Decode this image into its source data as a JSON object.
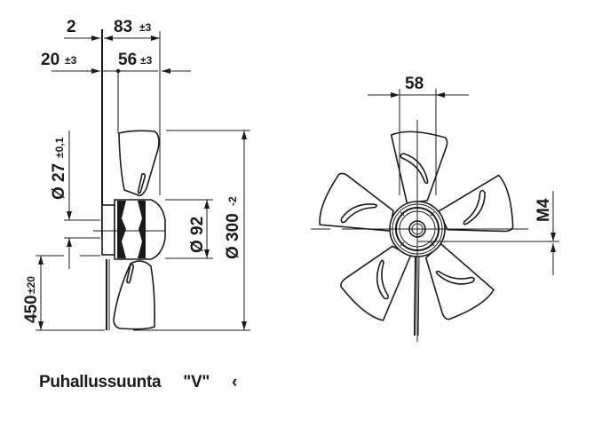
{
  "side_view": {
    "dim_2": "2",
    "dim_83": "83",
    "dim_83_tol": "±3",
    "dim_20": "20",
    "dim_20_tol": "±3",
    "dim_56": "56",
    "dim_56_tol": "±3",
    "dim_27": "Ø 27",
    "dim_27_tol": "±0,1",
    "dim_92": "Ø 92",
    "dim_300": "Ø 300",
    "dim_300_tol": "-2",
    "dim_450": "450",
    "dim_450_tol": "±20"
  },
  "front_view": {
    "dim_58": "58",
    "dim_m4": "M4"
  },
  "caption": {
    "label": "Puhallussuunta",
    "direction": "\"V\"",
    "arrow": "‹"
  }
}
